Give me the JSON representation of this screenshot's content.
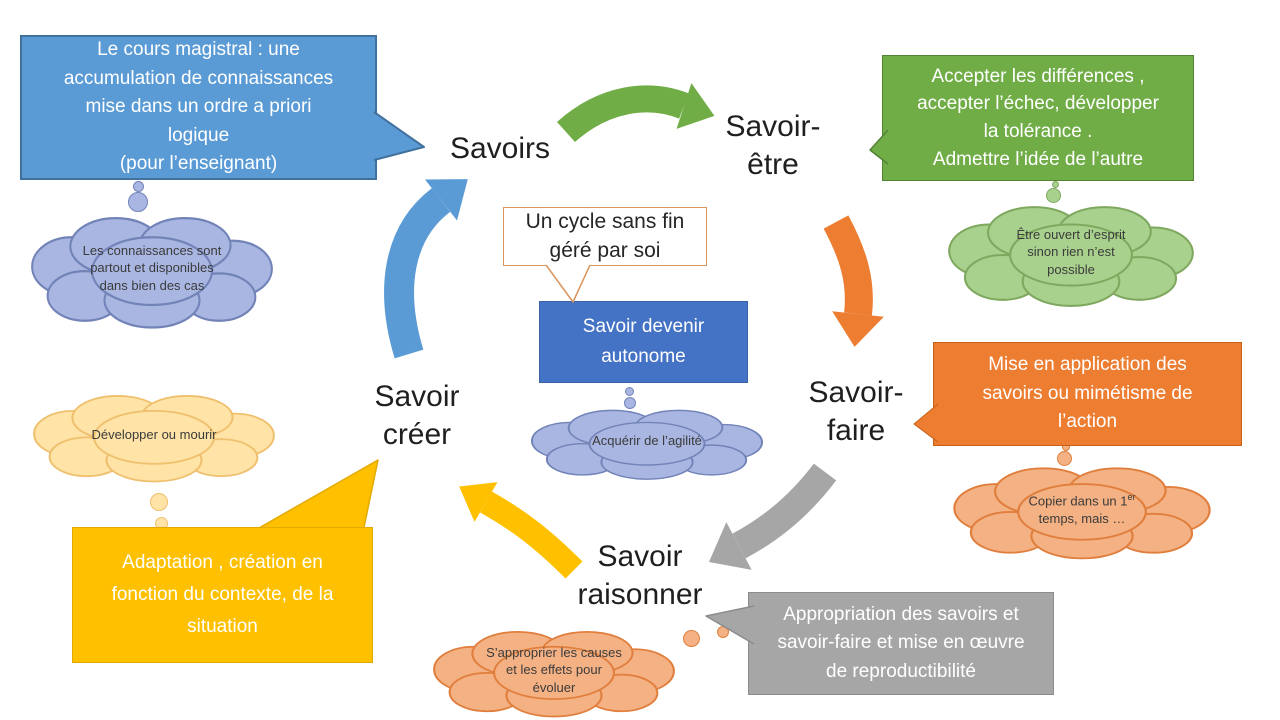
{
  "palette": {
    "blue": "#5B9BD5",
    "blue_dark": "#41719C",
    "royal": "#4472C4",
    "royal_dark": "#3A62A8",
    "bluecloud": "#A9B6E2",
    "bluecloud_dark": "#7283B8",
    "green": "#70AD47",
    "green_dark": "#548235",
    "greencloud": "#A9D18E",
    "greencloud_dark": "#7FA85F",
    "orange": "#ED7D31",
    "orange_dark": "#C55F16",
    "peach": "#F4B183",
    "peach_dark": "#E07F3D",
    "gray": "#A6A6A6",
    "gray_dark": "#8C8C8C",
    "gold": "#FFC000",
    "gold_dark": "#E2A900",
    "cream": "#FFE3A7",
    "cream_dark": "#EFC06E",
    "tan": "#D9965F",
    "ink": "#1F1F1F",
    "cloudink": "#3B3B3B"
  },
  "labels": {
    "savoirs": "Savoirs",
    "savoir_etre": "Savoir-\nêtre",
    "savoir_faire": "Savoir-\nfaire",
    "savoir_raisonner": "Savoir\nraisonner",
    "savoir_creer": "Savoir\ncréer"
  },
  "callouts": {
    "cours_magistral": "Le cours magistral : une\naccumulation de connaissances\nmise dans un ordre a priori\nlogique\n(pour l’enseignant)",
    "accepter": "Accepter  les différences ,\naccepter l’échec, développer\nla tolérance .\nAdmettre l’idée de l’autre",
    "mise_en_application": "Mise en application  des\nsavoirs  ou mimétisme  de\nl’action",
    "appropriation": "Appropriation des savoirs  et\nsavoir-faire et mise en œuvre\nde reproductibilité",
    "adaptation": "Adaptation , création  en\nfonction du contexte, de la\nsituation",
    "cycle_sans_fin": "Un cycle sans fin\ngéré par soi",
    "savoir_devenir": "Savoir devenir\nautonome"
  },
  "clouds": {
    "connaissances": "Les connaissances sont\npartout et disponibles\ndans bien des cas",
    "ouvert_esprit": "Être ouvert d’esprit\nsinon rien n’est\npossible",
    "agilite": "Acquérir de l’agilité",
    "copier_p1": "Copier dans un 1",
    "copier_sup": "er",
    "copier_p2": "\ntemps,  mais …",
    "developper": "Développer  ou mourir",
    "approprier": "S’approprier les causes\net les effets pour\névoluer"
  }
}
